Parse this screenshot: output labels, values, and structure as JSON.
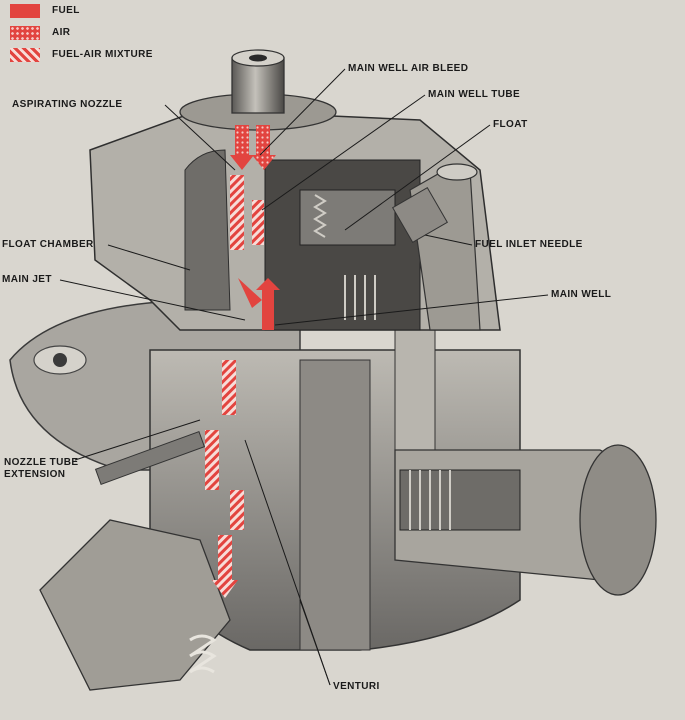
{
  "legend": [
    {
      "label": "FUEL",
      "swatch": "fuel"
    },
    {
      "label": "AIR",
      "swatch": "air"
    },
    {
      "label": "FUEL-AIR MIXTURE",
      "swatch": "mix"
    }
  ],
  "labels": {
    "main_well_air_bleed": "MAIN WELL AIR BLEED",
    "aspirating_nozzle": "ASPIRATING NOZZLE",
    "main_well_tube": "MAIN WELL TUBE",
    "float": "FLOAT",
    "float_chamber": "FLOAT CHAMBER",
    "fuel_inlet_needle": "FUEL INLET NEEDLE",
    "main_jet": "MAIN JET",
    "main_well": "MAIN WELL",
    "nozzle_tube_extension_line1": "NOZZLE TUBE",
    "nozzle_tube_extension_line2": "EXTENSION",
    "venturi": "VENTURI"
  },
  "colors": {
    "fuel": "#e2443f",
    "background": "#d9d6cf",
    "metal_dark": "#3b3b3b",
    "metal_mid": "#8a8884",
    "metal_light": "#c9c6bf"
  }
}
